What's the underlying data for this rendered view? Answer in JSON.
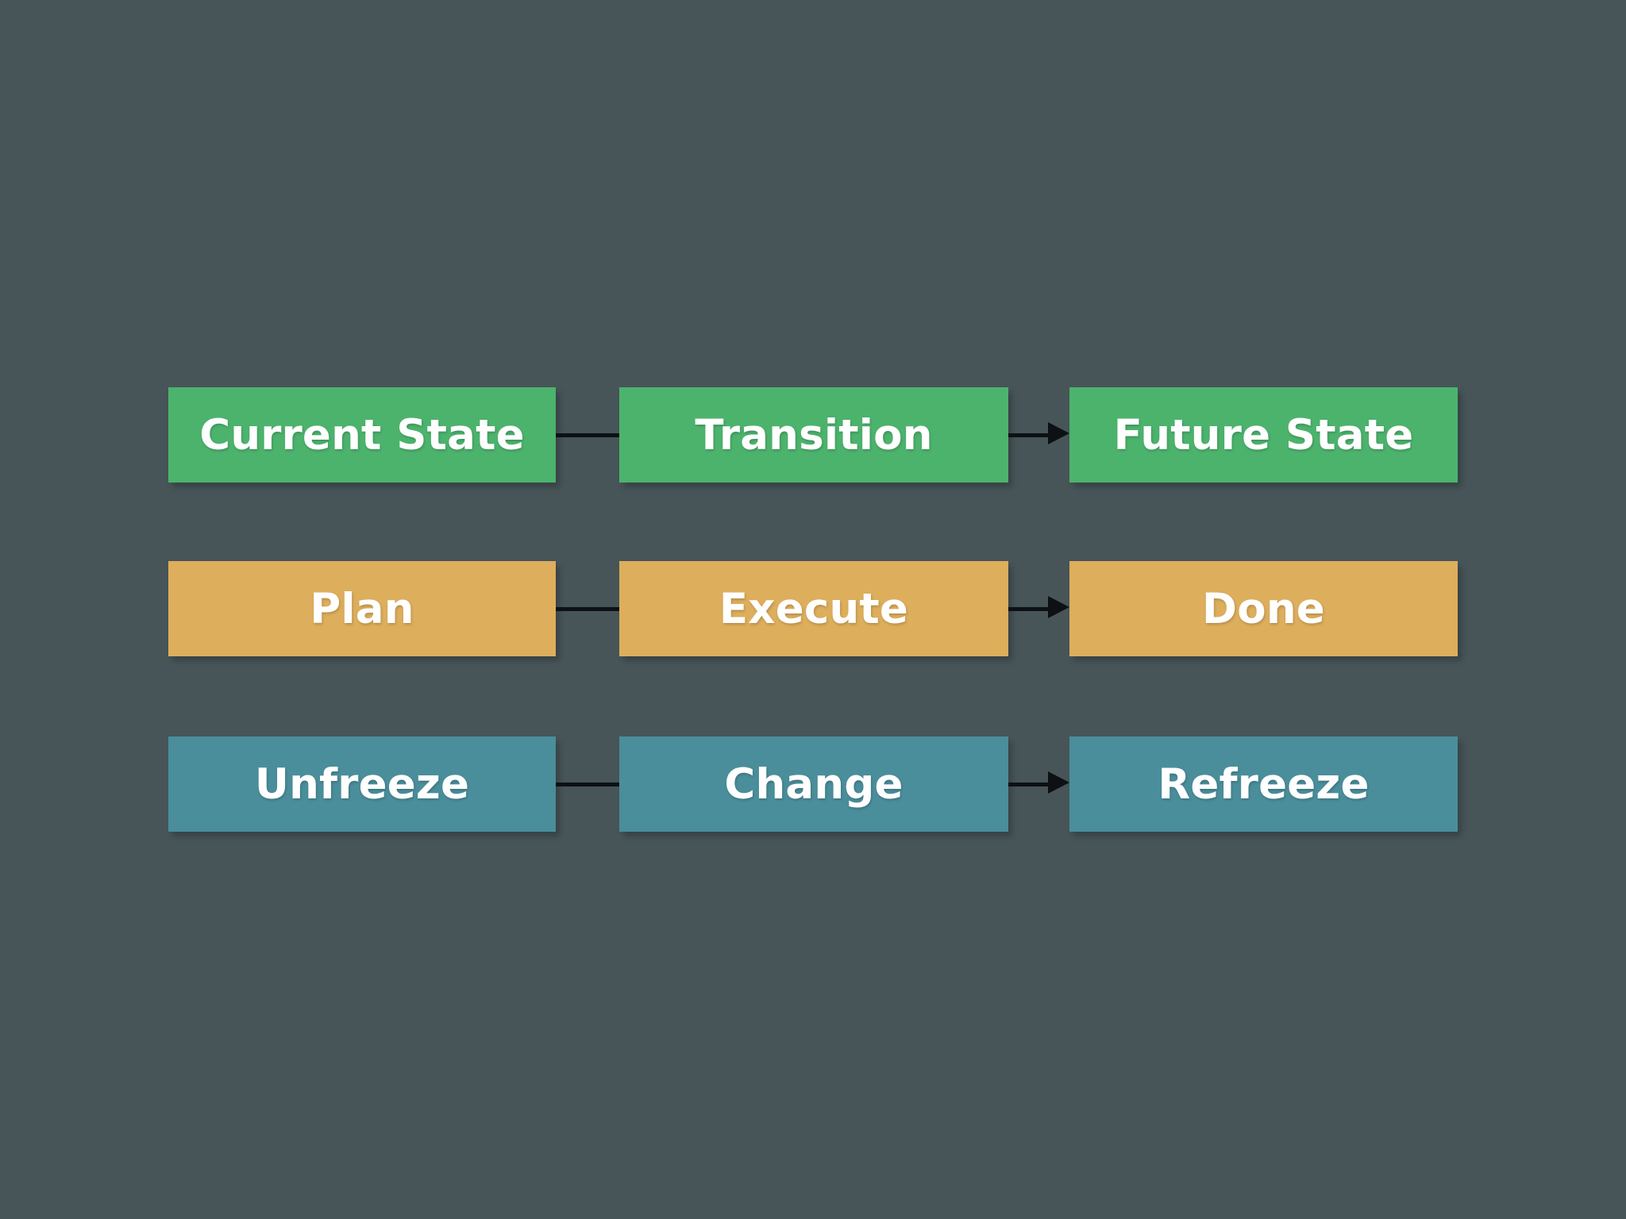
{
  "diagram": {
    "type": "flow-diagram",
    "background_color": "#475559",
    "label_color": "#FFFFFF",
    "connector_color": "#0D1114",
    "rows": [
      {
        "name": "state-change-row",
        "color": "#4CB36D",
        "nodes": [
          {
            "id": "current-state",
            "label": "Current State"
          },
          {
            "id": "transition",
            "label": "Transition"
          },
          {
            "id": "future-state",
            "label": "Future State"
          }
        ],
        "links": [
          {
            "from": "current-state",
            "to": "transition",
            "arrowhead": false
          },
          {
            "from": "transition",
            "to": "future-state",
            "arrowhead": true
          }
        ]
      },
      {
        "name": "execution-row",
        "color": "#DDAE5C",
        "nodes": [
          {
            "id": "plan",
            "label": "Plan"
          },
          {
            "id": "execute",
            "label": "Execute"
          },
          {
            "id": "done",
            "label": "Done"
          }
        ],
        "links": [
          {
            "from": "plan",
            "to": "execute",
            "arrowhead": false
          },
          {
            "from": "execute",
            "to": "done",
            "arrowhead": true
          }
        ]
      },
      {
        "name": "lewin-row",
        "color": "#4A8E9B",
        "nodes": [
          {
            "id": "unfreeze",
            "label": "Unfreeze"
          },
          {
            "id": "change",
            "label": "Change"
          },
          {
            "id": "refreeze",
            "label": "Refreeze"
          }
        ],
        "links": [
          {
            "from": "unfreeze",
            "to": "change",
            "arrowhead": false
          },
          {
            "from": "change",
            "to": "refreeze",
            "arrowhead": true
          }
        ]
      }
    ]
  }
}
